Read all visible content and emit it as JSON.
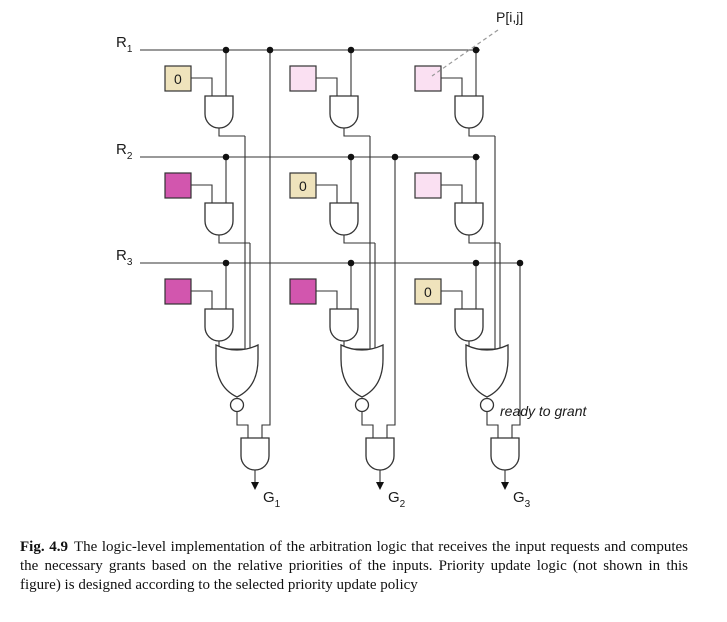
{
  "colors": {
    "priority_set": "#d256ae",
    "priority_light": "#fae0f2",
    "priority_zero": "#efe3bc",
    "wire": "#333333"
  },
  "diagram": {
    "request_labels": [
      "R",
      "R",
      "R"
    ],
    "request_subscripts": [
      "1",
      "2",
      "3"
    ],
    "grant_labels": [
      "G",
      "G",
      "G"
    ],
    "grant_subscripts": [
      "1",
      "2",
      "3"
    ],
    "cell_callout": "P[i,j]",
    "ready_label": "ready to grant",
    "priority_cells": [
      [
        "zero",
        "light",
        "light"
      ],
      [
        "set",
        "zero",
        "light"
      ],
      [
        "set",
        "set",
        "zero"
      ]
    ],
    "zero_text": "0"
  },
  "caption": {
    "label": "Fig. 4.9",
    "text": "The logic-level implementation of the arbitration logic that receives the input requests and computes the necessary grants based on the relative priorities of the inputs. Priority update logic (not shown in this figure) is designed according to the selected priority update policy"
  }
}
